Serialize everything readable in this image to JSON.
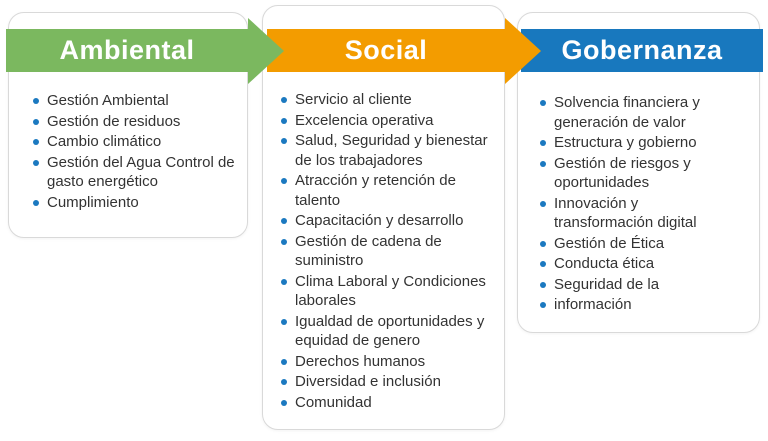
{
  "diagram": {
    "type": "esg-pillars-flow",
    "bullet_color": "#1B79C0",
    "text_color": "#333333",
    "columns": [
      {
        "header": "Ambiental",
        "accent_color": "#7BB85F",
        "items": [
          "Gestión Ambiental",
          "Gestión de residuos",
          "Cambio climático",
          "Gestión del Agua Control de gasto energético",
          "Cumplimiento"
        ]
      },
      {
        "header": "Social",
        "accent_color": "#F39C00",
        "items": [
          "Servicio al cliente",
          "Excelencia operativa",
          "Salud, Seguridad y bienestar de los trabajadores",
          "Atracción y retención de talento",
          "Capacitación y desarrollo",
          "Gestión de cadena de suministro",
          "Clima Laboral y Condiciones laborales",
          "Igualdad de oportunidades y equidad de genero",
          "Derechos humanos",
          "Diversidad e inclusión",
          "Comunidad"
        ]
      },
      {
        "header": "Gobernanza",
        "accent_color": "#1878BE",
        "items": [
          "Solvencia financiera y generación de valor",
          "Estructura y gobierno",
          "Gestión de riesgos y oportunidades",
          "Innovación y transformación digital",
          "Gestión de Ética",
          "Conducta ética",
          "Seguridad de la",
          "información"
        ]
      }
    ]
  }
}
